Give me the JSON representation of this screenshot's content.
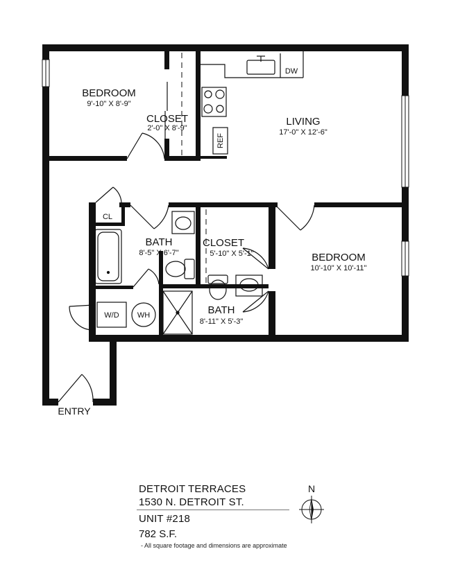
{
  "rooms": {
    "bedroom1": {
      "name": "BEDROOM",
      "dims": "9'-10\" X 8'-9\""
    },
    "closet1": {
      "name": "CLOSET",
      "dims": "2'-0\" X 8'-9\""
    },
    "living": {
      "name": "LIVING",
      "dims": "17'-0\" X 12'-6\""
    },
    "bath1": {
      "name": "BATH",
      "dims": "8'-5\" X 6'-7\""
    },
    "closet2": {
      "name": "CLOSET",
      "dims": "5'-10\" X 5'-1\""
    },
    "bedroom2": {
      "name": "BEDROOM",
      "dims": "10'-10\" X 10'-11\""
    },
    "bath2": {
      "name": "BATH",
      "dims": "8'-11\" X 5'-3\""
    }
  },
  "fixtures": {
    "dw": "DW",
    "ref": "REF",
    "cl": "CL",
    "wd": "W/D",
    "wh": "WH"
  },
  "entry": "ENTRY",
  "info": {
    "property": "DETROIT TERRACES",
    "address": "1530 N. DETROIT ST.",
    "unit": "UNIT #218",
    "area": "782 S.F.",
    "note": "- All square footage and dimensions are approximate"
  },
  "compass": {
    "north": "N"
  }
}
